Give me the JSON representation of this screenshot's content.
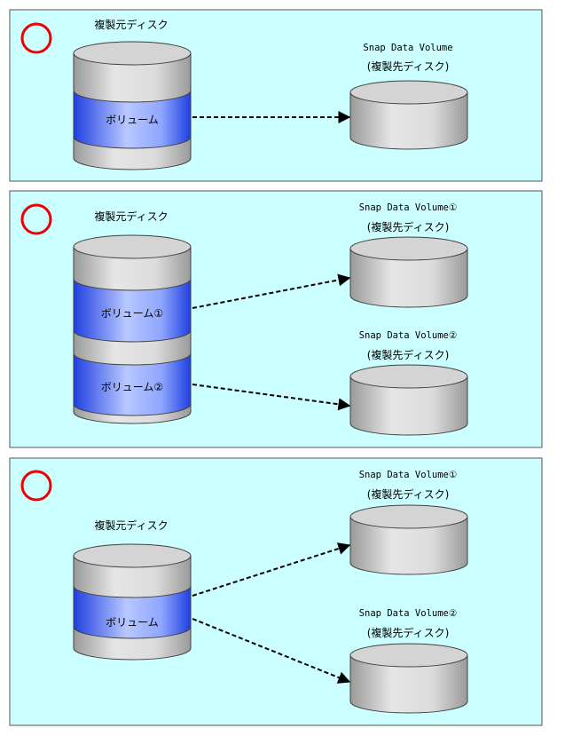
{
  "colors": {
    "panel_bg": "#ccffff",
    "panel_border": "#555555",
    "ok_mark": "#ee0000",
    "disk_body": "#d6d6d6",
    "disk_edge": "#404040",
    "volume_fill": "#3355ee",
    "arrow": "#000000"
  },
  "icons": {
    "ok_mark": "red-circle-ok-icon",
    "disk": "disk-cylinder-icon",
    "arrow": "dashed-arrow-icon"
  },
  "panels": [
    {
      "source_label": "複製元ディスク",
      "volumes": [
        "ボリューム"
      ],
      "targets": [
        {
          "name": "Snap Data Volume",
          "sub": "(複製先ディスク)"
        }
      ]
    },
    {
      "source_label": "複製元ディスク",
      "volumes": [
        "ボリューム①",
        "ボリューム②"
      ],
      "targets": [
        {
          "name": "Snap Data Volume①",
          "sub": "(複製先ディスク)"
        },
        {
          "name": "Snap Data Volume②",
          "sub": "(複製先ディスク)"
        }
      ]
    },
    {
      "source_label": "複製元ディスク",
      "volumes": [
        "ボリューム"
      ],
      "targets": [
        {
          "name": "Snap Data Volume①",
          "sub": "(複製先ディスク)"
        },
        {
          "name": "Snap Data Volume②",
          "sub": "(複製先ディスク)"
        }
      ]
    }
  ]
}
